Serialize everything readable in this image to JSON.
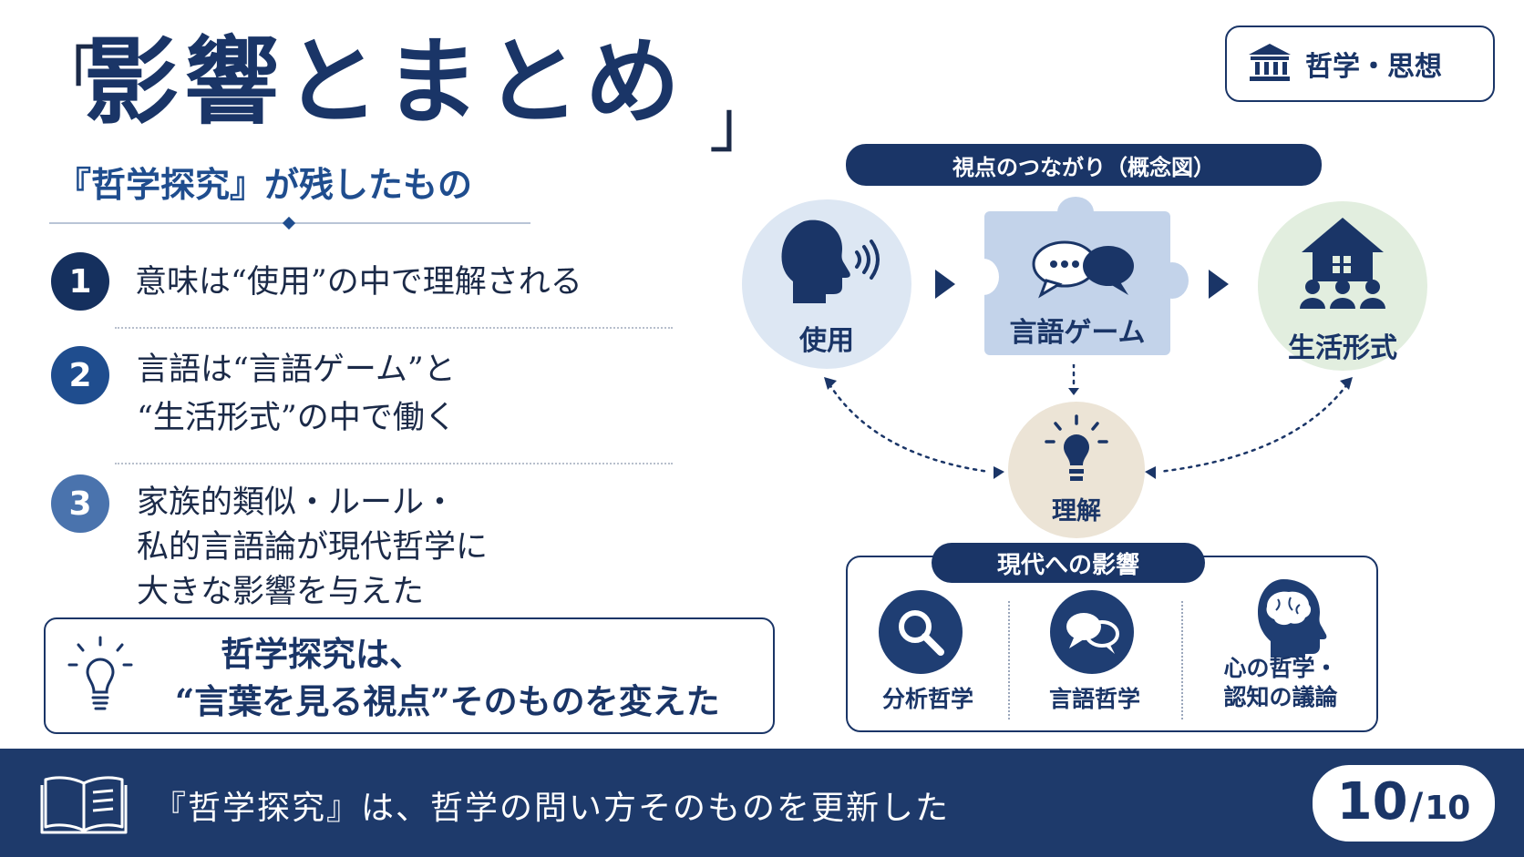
{
  "title": {
    "open_bracket": "「",
    "text": "影響とまとめ",
    "close_bracket": "」"
  },
  "subtitle": "『哲学探究』が残したもの",
  "category": {
    "icon": "classical-building-icon",
    "label": "哲学・思想"
  },
  "points": [
    {
      "number": "1",
      "lines": [
        "意味は“使用”の中で理解される"
      ],
      "color": "#15305e"
    },
    {
      "number": "2",
      "lines": [
        "言語は“言語ゲーム”と",
        "“生活形式”の中で働く"
      ],
      "color": "#1f4d8e"
    },
    {
      "number": "3",
      "lines": [
        "家族的類似・ルール・",
        "私的言語論が現代哲学に",
        "大きな影響を与えた"
      ],
      "color": "#4a73ad"
    }
  ],
  "callout": {
    "icon": "lightbulb-icon",
    "lines": [
      "哲学探究は、",
      "“言葉を見る視点”そのものを変えた"
    ]
  },
  "diagram": {
    "header": "視点のつながり（概念図）",
    "nodes": {
      "use": {
        "label": "使用",
        "icon": "speaking-head-icon",
        "color": "#dde7f3"
      },
      "game": {
        "label": "言語ゲーム",
        "icon": "speech-bubbles-icon",
        "color": "#c3d3ea"
      },
      "life": {
        "label": "生活形式",
        "icon": "house-people-icon",
        "color": "#e2eedf"
      },
      "understanding": {
        "label": "理解",
        "icon": "lightbulb-icon",
        "color": "#ece4d6"
      }
    },
    "influence": {
      "header": "現代への影響",
      "items": [
        {
          "icon": "magnifier-icon",
          "lines": [
            "分析哲学"
          ]
        },
        {
          "icon": "chat-bubbles-icon",
          "lines": [
            "言語哲学"
          ]
        },
        {
          "icon": "brain-head-icon",
          "lines": [
            "心の哲学・",
            "認知の議論"
          ]
        }
      ]
    }
  },
  "footer": {
    "icon": "open-book-icon",
    "text": "『哲学探究』は、哲学の問い方そのものを更新した",
    "page_current": "10",
    "page_separator": "/",
    "page_total": "10"
  }
}
